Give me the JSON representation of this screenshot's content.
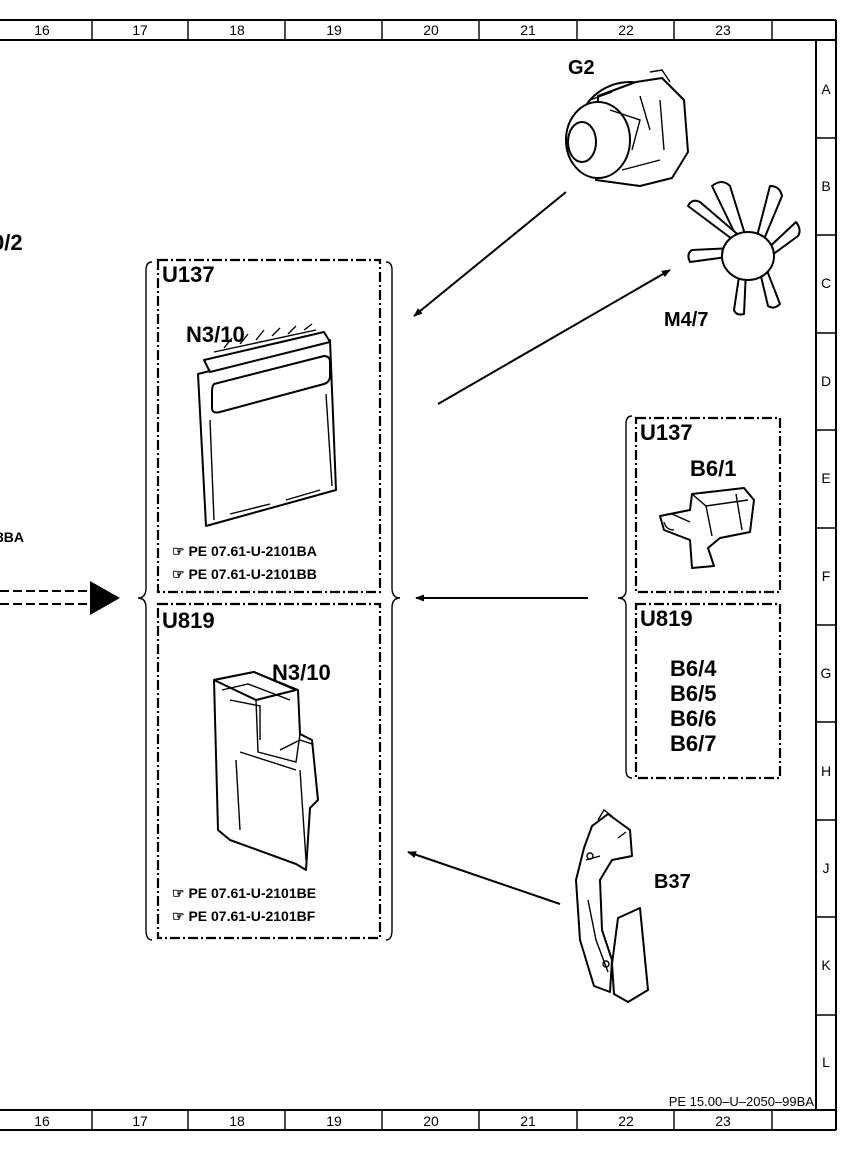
{
  "grid": {
    "columns": [
      "16",
      "17",
      "18",
      "19",
      "20",
      "21",
      "22",
      "23"
    ],
    "rows": [
      "A",
      "B",
      "C",
      "D",
      "E",
      "F",
      "G",
      "H",
      "J",
      "K",
      "L"
    ]
  },
  "partial_labels": {
    "left_top": "0/2",
    "left_mid": "3BA"
  },
  "modules": {
    "u137_left": {
      "title": "U137",
      "component": "N3/10",
      "refs": [
        "PE  07.61-U-2101BA",
        "PE  07.61-U-2101BB"
      ]
    },
    "u819_left": {
      "title": "U819",
      "component": "N3/10",
      "refs": [
        "PE  07.61-U-2101BE",
        "PE  07.61-U-2101BF"
      ]
    },
    "u137_right": {
      "title": "U137",
      "component": "B6/1"
    },
    "u819_right": {
      "title": "U819",
      "components": [
        "B6/4",
        "B6/5",
        "B6/6",
        "B6/7"
      ]
    }
  },
  "parts": {
    "alternator": "G2",
    "fan": "M4/7",
    "pedal": "B37"
  },
  "footer": {
    "doc_ref": "PE 15.00–U–2050–99BA"
  }
}
